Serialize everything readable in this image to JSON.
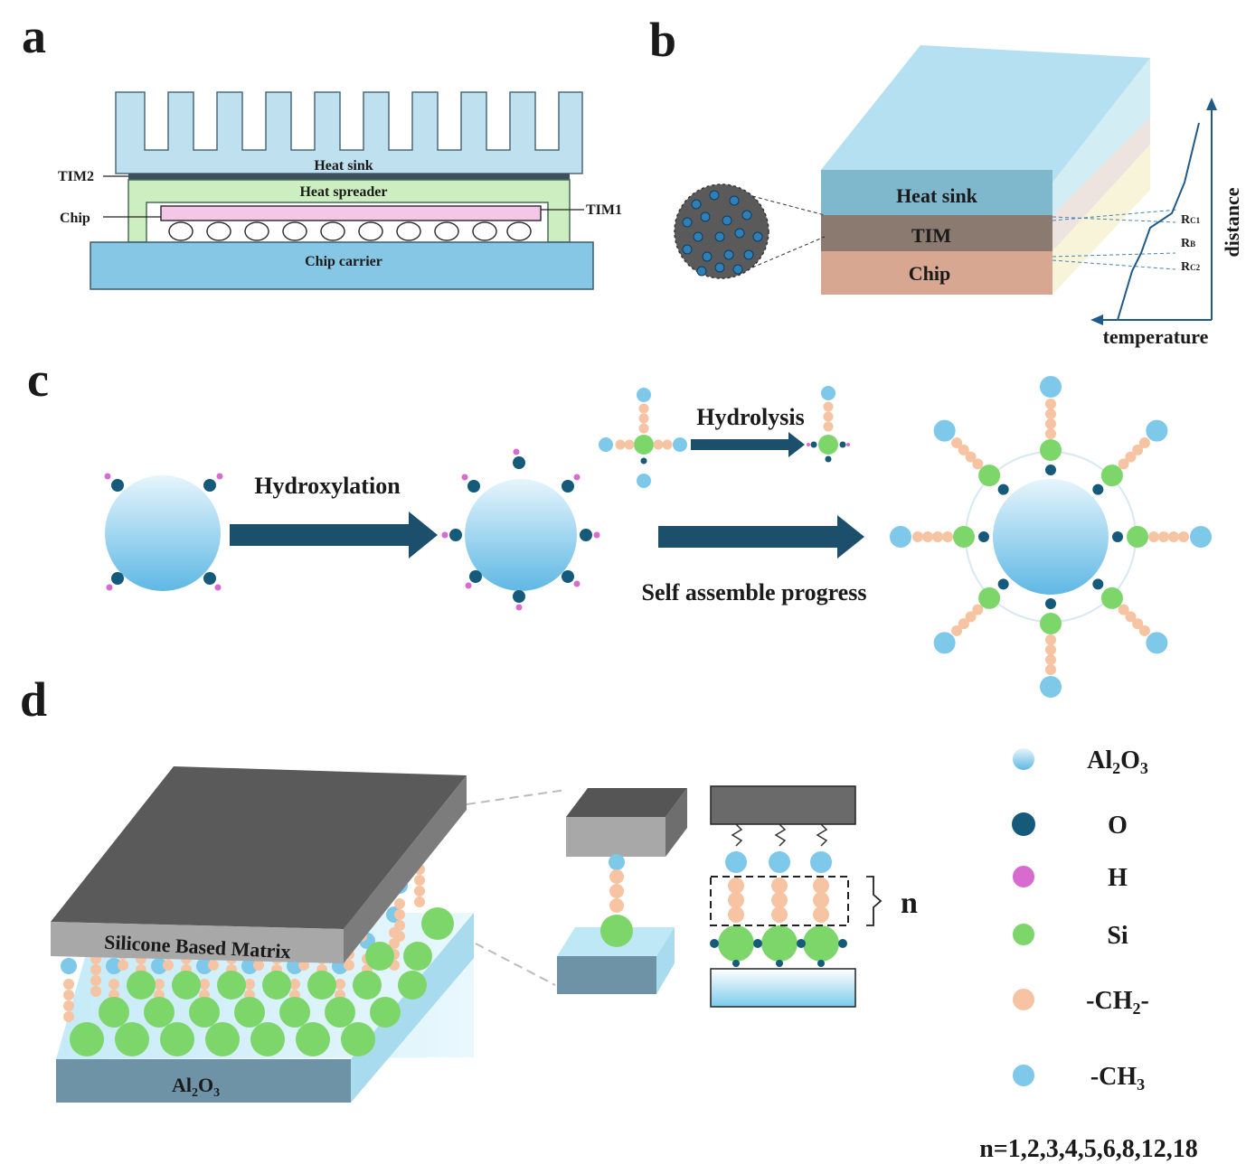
{
  "panel_a": {
    "letter": "a",
    "heat_sink": "Heat sink",
    "heat_spreader": "Heat spreader",
    "chip_carrier": "Chip carrier",
    "tim2": "TIM2",
    "chip": "Chip",
    "tim1": "TIM1"
  },
  "panel_b": {
    "letter": "b",
    "heat_sink": "Heat sink",
    "tim": "TIM",
    "chip": "Chip",
    "rc1_main": "R",
    "rc1_sub": "C1",
    "rb_main": "R",
    "rb_sub": "B",
    "rc2_main": "R",
    "rc2_sub": "C2",
    "y_axis": "distance",
    "x_axis": "temperature"
  },
  "panel_c": {
    "letter": "c",
    "hydroxylation": "Hydroxylation",
    "hydrolysis": "Hydrolysis",
    "self_assemble": "Self assemble progress"
  },
  "panel_d": {
    "letter": "d",
    "matrix": "Silicone Based Matrix",
    "substrate_main": "Al",
    "substrate_sub1": "2",
    "substrate_o": "O",
    "substrate_sub2": "3",
    "n_label": "n"
  },
  "legend": {
    "items": [
      {
        "main": "Al",
        "sub": "2",
        "main2": "O",
        "sub2": "3",
        "suffix": "",
        "color": "#8fd0ee"
      },
      {
        "main": "O",
        "sub": "",
        "main2": "",
        "sub2": "",
        "suffix": "",
        "color": "#155a7a"
      },
      {
        "main": "H",
        "sub": "",
        "main2": "",
        "sub2": "",
        "suffix": "",
        "color": "#d86bd0"
      },
      {
        "main": "Si",
        "sub": "",
        "main2": "",
        "sub2": "",
        "suffix": "",
        "color": "#7dd66a"
      },
      {
        "main": "-CH",
        "sub": "2",
        "main2": "",
        "sub2": "",
        "suffix": "-",
        "color": "#f6c4a3"
      },
      {
        "main": "-CH",
        "sub": "3",
        "main2": "",
        "sub2": "",
        "suffix": "",
        "color": "#7ec8ea"
      }
    ],
    "n_values": "n=1,2,3,4,5,6,8,12,18"
  },
  "colors": {
    "heat_sink_a": "#bfe0ee",
    "spreader": "#cdeec0",
    "chip_pink": "#f4c7e8",
    "carrier": "#86c7e6",
    "oxygen": "#155a7a",
    "hydrogen": "#d86bd0",
    "silicon": "#7dd66a",
    "ch2": "#f6c4a3",
    "ch3": "#7ec8ea",
    "arrow": "#1b4f6b",
    "matrix_dark": "#5a5a5a",
    "matrix_light": "#a8a8a8"
  }
}
